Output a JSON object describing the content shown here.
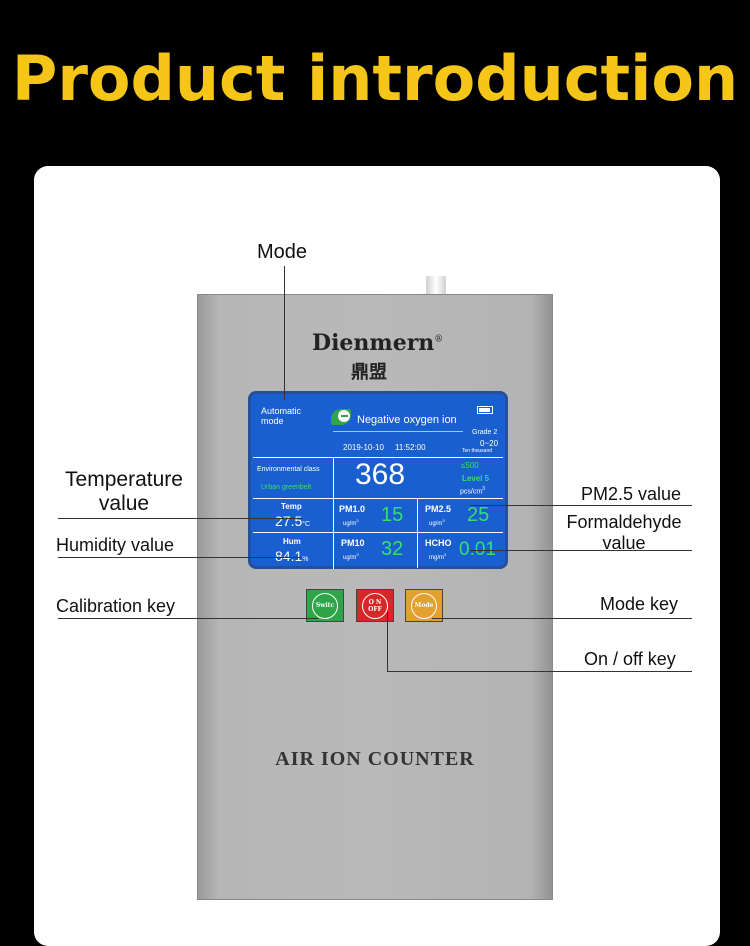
{
  "title": "Product introduction",
  "device": {
    "brand": "Dienmern",
    "brand_mark": "®",
    "brand_cn": "鼎盟",
    "label": "AIR ION COUNTER"
  },
  "screen": {
    "mode_line1": "Automatic",
    "mode_line2": "mode",
    "ion_title": "Negative oxygen ion",
    "grade": "Grade 2",
    "range": "0~20",
    "range_unit": "Ten thousand",
    "date": "2019-10-10",
    "time": "11:52:00",
    "env_class": "Environmental class",
    "env_type": "Urban greenbelt",
    "ion_value": "368",
    "limit": "≤500",
    "level": "Level 5",
    "ion_unit": "pcs/cm",
    "ion_unit_exp": "3",
    "temp_label": "Temp",
    "temp_value": "27.5",
    "temp_unit": "°C",
    "hum_label": "Hum",
    "hum_value": "84.1",
    "hum_unit": "%",
    "pm10_label": "PM1.0",
    "pm10_value": "15",
    "pm25_label": "PM2.5",
    "pm25_value": "25",
    "pm10b_label": "PM10",
    "pm10b_value": "32",
    "hcho_label": "HCHO",
    "hcho_value": "0.01",
    "unit_ugm": "ug/m",
    "unit_mgm": "mg/m",
    "unit_exp": "3"
  },
  "buttons": {
    "switch": "Switc",
    "onoff_on": "O N",
    "onoff_off": "OFF",
    "mode": "Mode"
  },
  "annotations": {
    "mode": "Mode",
    "temp1": "Temperature",
    "temp2": "value",
    "humidity": "Humidity value",
    "calibration": "Calibration key",
    "pm25": "PM2.5 value",
    "form1": "Formaldehyde",
    "form2": "value",
    "mode_key": "Mode key",
    "onoff_key": "On / off key"
  },
  "colors": {
    "title": "#f5c518",
    "screen": "#1a5fcf",
    "switch_btn": "#2fa54a",
    "onoff_btn": "#d62828",
    "mode_btn": "#e2a02e"
  }
}
